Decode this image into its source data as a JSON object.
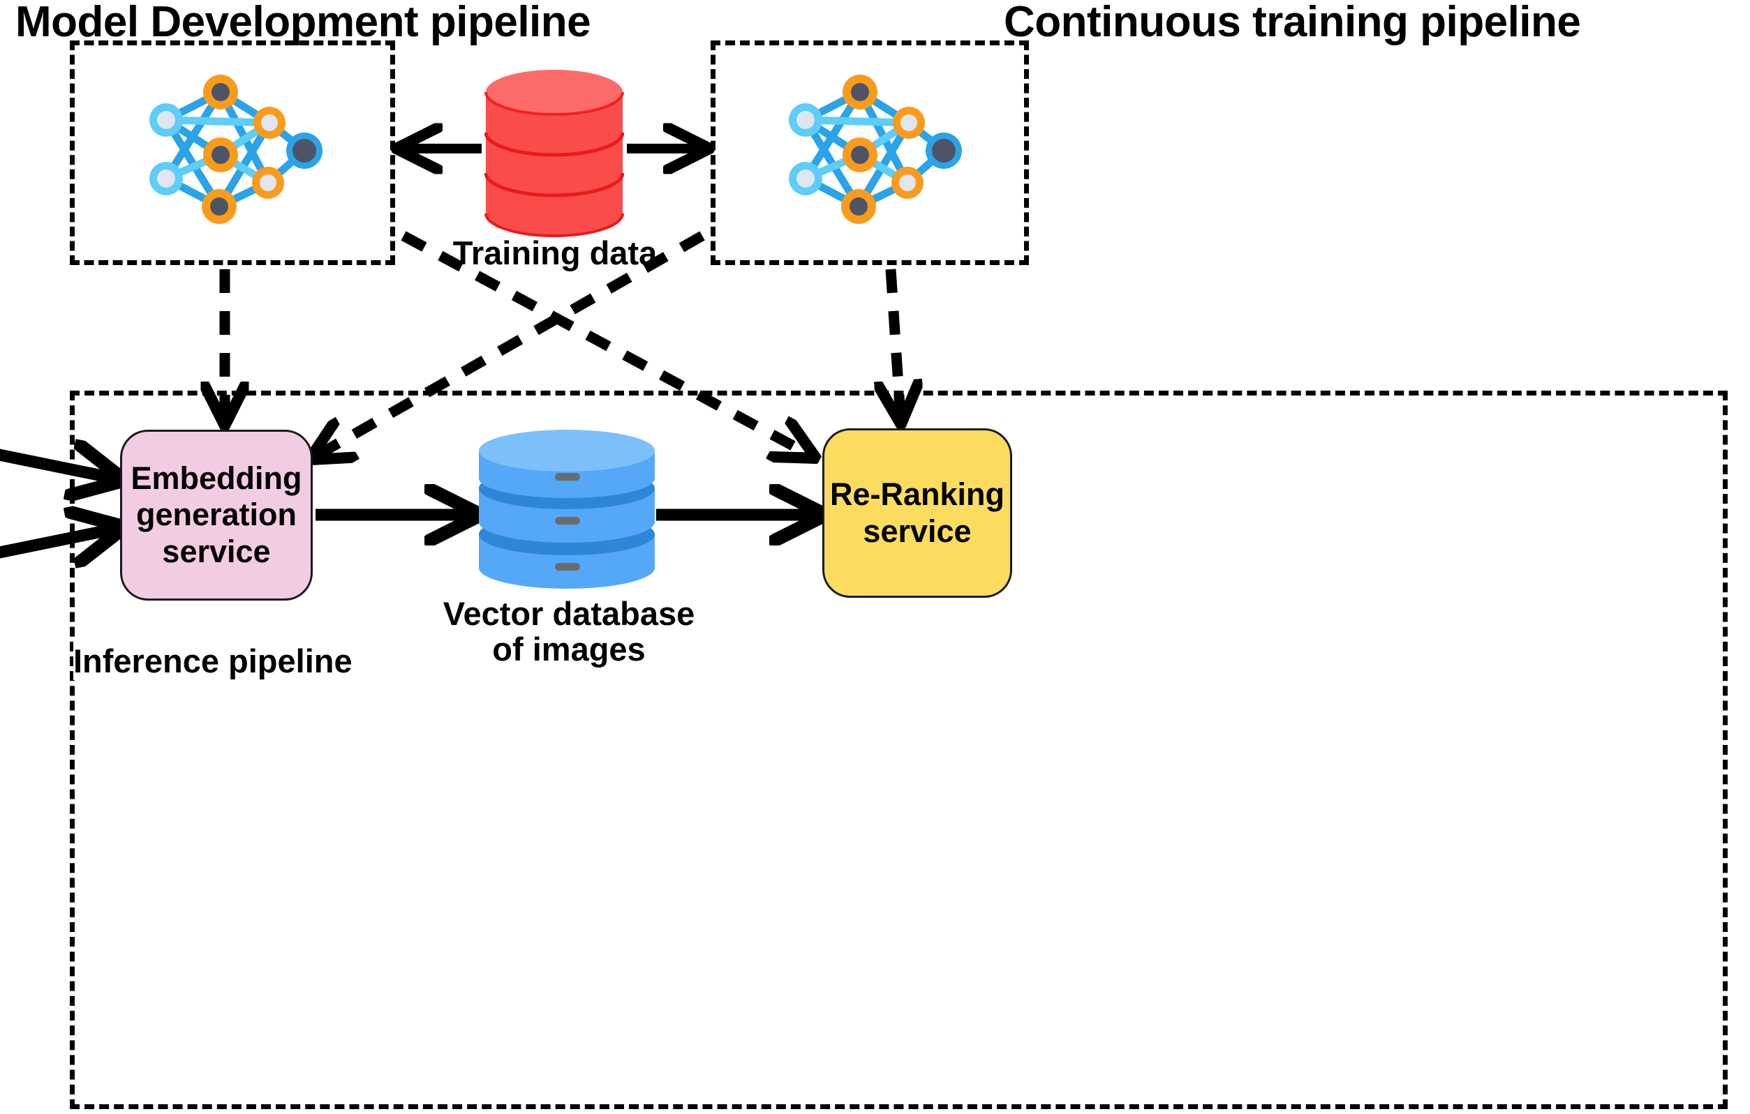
{
  "diagram": {
    "title_model_dev": "Model Development pipeline",
    "title_continuous": "Continuous training pipeline",
    "label_training_data": "Training data",
    "label_vector_db": "Vector database\nof images",
    "label_inference_pipeline": "Inference pipeline",
    "box_embedding": "Embedding\ngeneration\nservice",
    "box_reranking": "Re-Ranking\nservice"
  },
  "colors": {
    "embedding_service_fill": "#f2cce2",
    "reranking_service_fill": "#fbdc5e",
    "training_data_cylinder": "#fb4c4c",
    "training_data_cylinder_top": "#fc6a6a",
    "vector_db_cylinder": "#55a8f7",
    "vector_db_cylinder_top": "#7cc0fb",
    "vector_db_shadow": "#2e86d6",
    "vector_db_tick": "#6b6b6b",
    "nn_link_blue": "#2aa3e8",
    "nn_link_light": "#5ecdf7",
    "nn_node_orange_outer": "#f26522",
    "nn_node_orange_inner": "#f99b1c",
    "nn_node_core_dark": "#4e5466",
    "nn_node_input_blue": "#2aa3e8",
    "nn_node_input_light": "#5ecdf7",
    "nn_node_core_light": "#dfe6ef",
    "arrow_black": "#000000",
    "border_black": "#000000"
  },
  "icons": {
    "neural_network_left": "neural-network-icon",
    "neural_network_right": "neural-network-icon",
    "training_database": "database-cylinder-icon",
    "vector_database": "database-stack-icon"
  },
  "connections": [
    {
      "name": "training-data-to-model-dev",
      "style": "solid",
      "arrow": "both-ends-bidirectional",
      "from": "training-data",
      "to": "model-development-pipeline"
    },
    {
      "name": "training-data-to-continuous",
      "style": "solid",
      "arrow": "both-ends-bidirectional",
      "from": "training-data",
      "to": "continuous-training-pipeline"
    },
    {
      "name": "model-dev-to-embedding",
      "style": "dashed",
      "arrow": "end",
      "from": "model-development-pipeline",
      "to": "embedding-generation-service"
    },
    {
      "name": "model-dev-to-reranking",
      "style": "dashed",
      "arrow": "end",
      "from": "model-development-pipeline",
      "to": "re-ranking-service"
    },
    {
      "name": "continuous-to-embedding",
      "style": "dashed",
      "arrow": "end",
      "from": "continuous-training-pipeline",
      "to": "embedding-generation-service"
    },
    {
      "name": "continuous-to-reranking",
      "style": "dashed",
      "arrow": "end",
      "from": "continuous-training-pipeline",
      "to": "re-ranking-service"
    },
    {
      "name": "external-input-upper",
      "style": "solid",
      "arrow": "end",
      "from": "outside-left",
      "to": "embedding-generation-service"
    },
    {
      "name": "external-input-lower",
      "style": "solid",
      "arrow": "end",
      "from": "outside-left",
      "to": "embedding-generation-service"
    },
    {
      "name": "embedding-to-vector-db",
      "style": "solid",
      "arrow": "end",
      "from": "embedding-generation-service",
      "to": "vector-database"
    },
    {
      "name": "vector-db-to-reranking",
      "style": "solid",
      "arrow": "end",
      "from": "vector-database",
      "to": "re-ranking-service"
    }
  ]
}
